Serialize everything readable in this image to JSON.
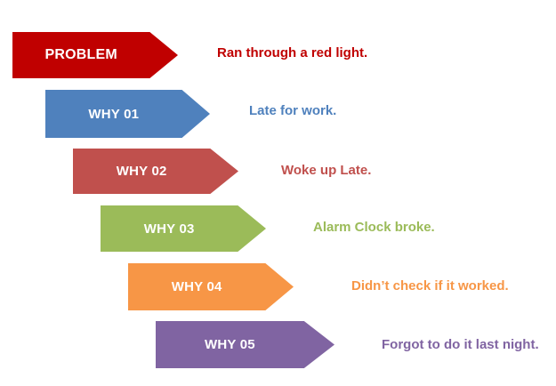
{
  "steps": [
    {
      "tag": "PROBLEM",
      "text": "Ran through a red light.",
      "color": "#c00000"
    },
    {
      "tag": "WHY 01",
      "text": "Late for work.",
      "color": "#4f81bd"
    },
    {
      "tag": "WHY 02",
      "text": "Woke up Late.",
      "color": "#c0504d"
    },
    {
      "tag": "WHY 03",
      "text": "Alarm Clock broke.",
      "color": "#9bbb59"
    },
    {
      "tag": "WHY 04",
      "text": "Didn’t check if it worked.",
      "color": "#f79646"
    },
    {
      "tag": "WHY 05",
      "text": "Forgot to do it last night.",
      "color": "#8064a2"
    }
  ]
}
